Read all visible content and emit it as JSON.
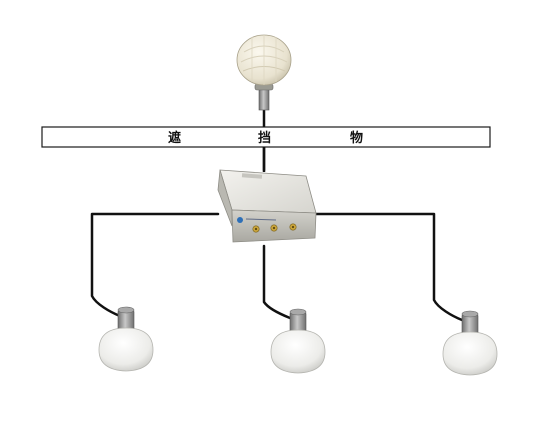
{
  "obstacle_bar": {
    "chars": [
      "遮",
      "挡",
      "物"
    ]
  },
  "components": {
    "roof_antenna": {
      "icon": "gps-mushroom-antenna-icon"
    },
    "repeater_box": {
      "icon": "gps-repeater-unit-icon"
    },
    "indoor_antennas": [
      {
        "icon": "indoor-dome-antenna-icon"
      },
      {
        "icon": "indoor-dome-antenna-icon"
      },
      {
        "icon": "indoor-dome-antenna-icon"
      }
    ]
  },
  "colors": {
    "cable": "#111111",
    "bar_fill": "#ffffff",
    "bar_border": "#1a1a1a",
    "box_body": "#d9d8d2",
    "box_top": "#ecebe6",
    "box_front": "#bfbeb7",
    "dome": "#f4f4f2",
    "stem": "#8c8c8c"
  }
}
